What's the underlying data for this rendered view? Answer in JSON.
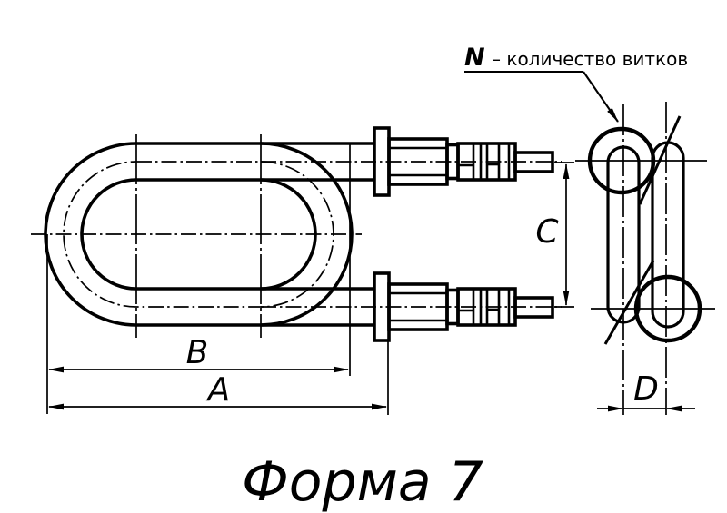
{
  "drawing_title": "Форма 7",
  "note": {
    "symbol": "N",
    "text": "– количество витков"
  },
  "dimension_labels": {
    "a": "A",
    "b": "B",
    "c": "C",
    "d": "D"
  },
  "colors": {
    "ink": "#000000",
    "background": "#ffffff"
  }
}
